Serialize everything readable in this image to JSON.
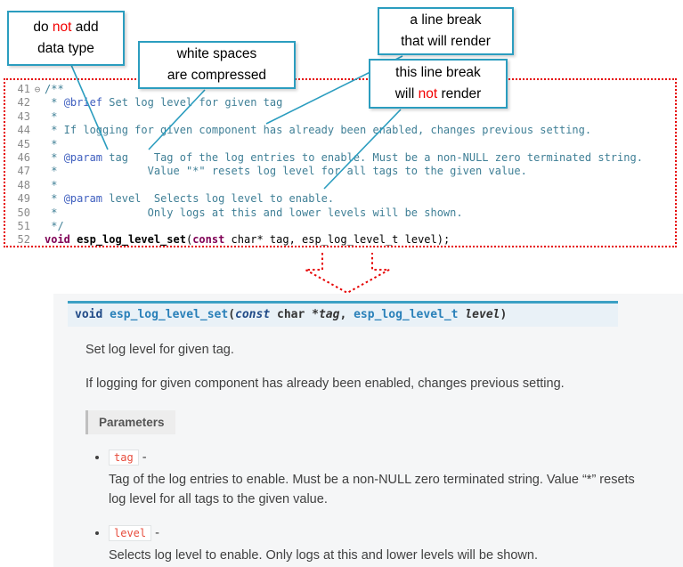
{
  "callouts": {
    "box1": {
      "l1a": "do ",
      "l1b": "not",
      "l1c": " add",
      "l2": "data type"
    },
    "box2": {
      "l1": "white spaces",
      "l2": "are compressed"
    },
    "box3": {
      "l1": "a line break",
      "l2": "that will render"
    },
    "box4": {
      "l1": "this line break",
      "l2a": "will ",
      "l2b": "not",
      "l2c": " render"
    }
  },
  "editor": {
    "lines": [
      {
        "n": "41",
        "fold": "⊖",
        "seg": [
          {
            "t": "/**",
            "c": "cmt"
          }
        ]
      },
      {
        "n": "42",
        "fold": "",
        "seg": [
          {
            "t": " * ",
            "c": "cmt"
          },
          {
            "t": "@brief",
            "c": "tag"
          },
          {
            "t": " Set log level for given tag",
            "c": "cmt"
          }
        ]
      },
      {
        "n": "43",
        "fold": "",
        "seg": [
          {
            "t": " *",
            "c": "cmt"
          }
        ]
      },
      {
        "n": "44",
        "fold": "",
        "seg": [
          {
            "t": " * If logging for given component has already been enabled, changes previous setting.",
            "c": "cmt"
          }
        ]
      },
      {
        "n": "45",
        "fold": "",
        "seg": [
          {
            "t": " *",
            "c": "cmt"
          }
        ]
      },
      {
        "n": "46",
        "fold": "",
        "seg": [
          {
            "t": " * ",
            "c": "cmt"
          },
          {
            "t": "@param",
            "c": "tag"
          },
          {
            "t": " tag    Tag of the log entries to enable. Must be a non-NULL zero terminated string.",
            "c": "cmt"
          }
        ]
      },
      {
        "n": "47",
        "fold": "",
        "seg": [
          {
            "t": " *              Value \"*\" resets log level for all tags to the given value.",
            "c": "cmt"
          }
        ]
      },
      {
        "n": "48",
        "fold": "",
        "seg": [
          {
            "t": " *",
            "c": "cmt"
          }
        ]
      },
      {
        "n": "49",
        "fold": "",
        "seg": [
          {
            "t": " * ",
            "c": "cmt"
          },
          {
            "t": "@param",
            "c": "tag"
          },
          {
            "t": " level  Selects log level to enable.",
            "c": "cmt"
          }
        ]
      },
      {
        "n": "50",
        "fold": "",
        "seg": [
          {
            "t": " *              Only logs at this and lower levels will be shown.",
            "c": "cmt"
          }
        ]
      },
      {
        "n": "51",
        "fold": "",
        "seg": [
          {
            "t": " */",
            "c": "cmt"
          }
        ]
      },
      {
        "n": "52",
        "fold": "",
        "seg": [
          {
            "t": "void",
            "c": "kw"
          },
          {
            "t": " ",
            "c": "pl"
          },
          {
            "t": "esp_log_level_set",
            "c": "fn"
          },
          {
            "t": "(",
            "c": "pl"
          },
          {
            "t": "const",
            "c": "kw"
          },
          {
            "t": " char* tag, esp_log_level_t level);",
            "c": "pl"
          }
        ]
      }
    ]
  },
  "docs": {
    "signature": [
      {
        "t": "void",
        "c": "kw"
      },
      {
        "t": " ",
        "c": "pl"
      },
      {
        "t": "esp_log_level_set",
        "c": "fn"
      },
      {
        "t": "(",
        "c": "pl"
      },
      {
        "t": "const",
        "c": "kwi"
      },
      {
        "t": "  char *",
        "c": "pl"
      },
      {
        "t": "tag",
        "c": "prm"
      },
      {
        "t": ", ",
        "c": "pl"
      },
      {
        "t": "esp_log_level_t",
        "c": "typ"
      },
      {
        "t": " ",
        "c": "pl"
      },
      {
        "t": "level",
        "c": "prm"
      },
      {
        "t": ")",
        "c": "pl"
      }
    ],
    "p1": "Set log level for given tag.",
    "p2": "If logging for given component has already been enabled, changes previous setting.",
    "params_label": "Parameters",
    "params": [
      {
        "name": "tag",
        "dash": " -",
        "desc": "Tag of the log entries to enable. Must be a non-NULL zero terminated string. Value “*” resets log level for all tags to the given value."
      },
      {
        "name": "level",
        "dash": " -",
        "desc": "Selects log level to enable. Only logs at this and lower levels will be shown."
      }
    ]
  }
}
